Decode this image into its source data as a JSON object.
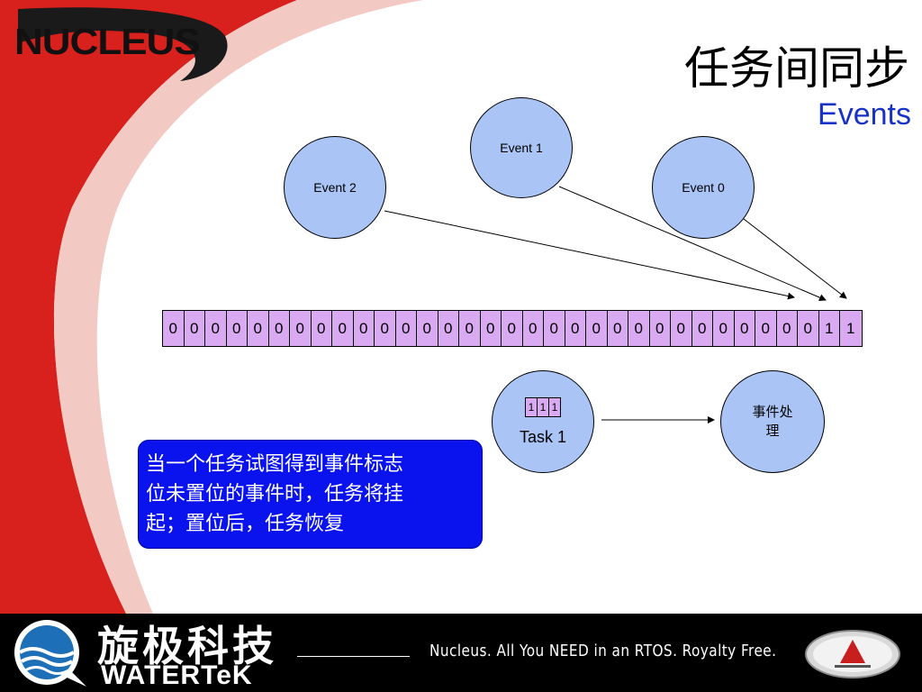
{
  "slide": {
    "logo_text": "NUCLEUS",
    "title": "任务间同步",
    "subtitle": "Events"
  },
  "events": [
    {
      "label": "Event 1"
    },
    {
      "label": "Event 2"
    },
    {
      "label": "Event 0"
    }
  ],
  "register_bits": [
    "0",
    "0",
    "0",
    "0",
    "0",
    "0",
    "0",
    "0",
    "0",
    "0",
    "0",
    "0",
    "0",
    "0",
    "0",
    "0",
    "0",
    "0",
    "0",
    "0",
    "0",
    "0",
    "0",
    "0",
    "0",
    "0",
    "0",
    "0",
    "0",
    "0",
    "0",
    "1",
    "1"
  ],
  "last_bit": "1",
  "task": {
    "label": "Task 1",
    "bits": [
      "1",
      "1",
      "1"
    ]
  },
  "handler": {
    "label_line1": "事件处",
    "label_line2": "理"
  },
  "note": {
    "line1": "当一个任务试图得到事件标志",
    "line2": "位未置位的事件时，任务将挂",
    "line3": "起；置位后，任务恢复"
  },
  "footer": {
    "brand_cn": "旋极科技",
    "brand_en": "WATERTeK",
    "slogan": "Nucleus.  All You NEED in an RTOS.  Royalty Free."
  },
  "colors": {
    "accent_red": "#d8201c",
    "circle_fill": "#a9c4f5",
    "bit_fill": "#d9a9f2",
    "note_fill": "#0a12ee",
    "title_blue": "#1732c7"
  }
}
